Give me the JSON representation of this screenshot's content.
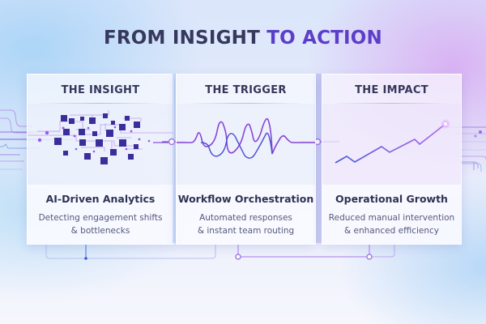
{
  "header": {
    "title_part1": "FROM INSIGHT",
    "title_part2": "TO ACTION"
  },
  "colors": {
    "title_dark": "#36385e",
    "title_accent": "#5b3fc8",
    "node_square": "#3a2f9a",
    "line_purple": "#8a4fe0",
    "line_blue": "#4a5ad8"
  },
  "cards": [
    {
      "header": "THE INSIGHT",
      "icon": "data-network-icon",
      "name": "AI-Driven Analytics",
      "desc_line1": "Detecting engagement shifts",
      "desc_line2": "& bottlenecks"
    },
    {
      "header": "THE TRIGGER",
      "icon": "waveform-icon",
      "name": "Workflow Orchestration",
      "desc_line1": "Automated responses",
      "desc_line2": "& instant team routing"
    },
    {
      "header": "THE IMPACT",
      "icon": "growth-line-icon",
      "name": "Operational Growth",
      "desc_line1": "Reduced manual intervention",
      "desc_line2": "& enhanced efficiency"
    }
  ]
}
